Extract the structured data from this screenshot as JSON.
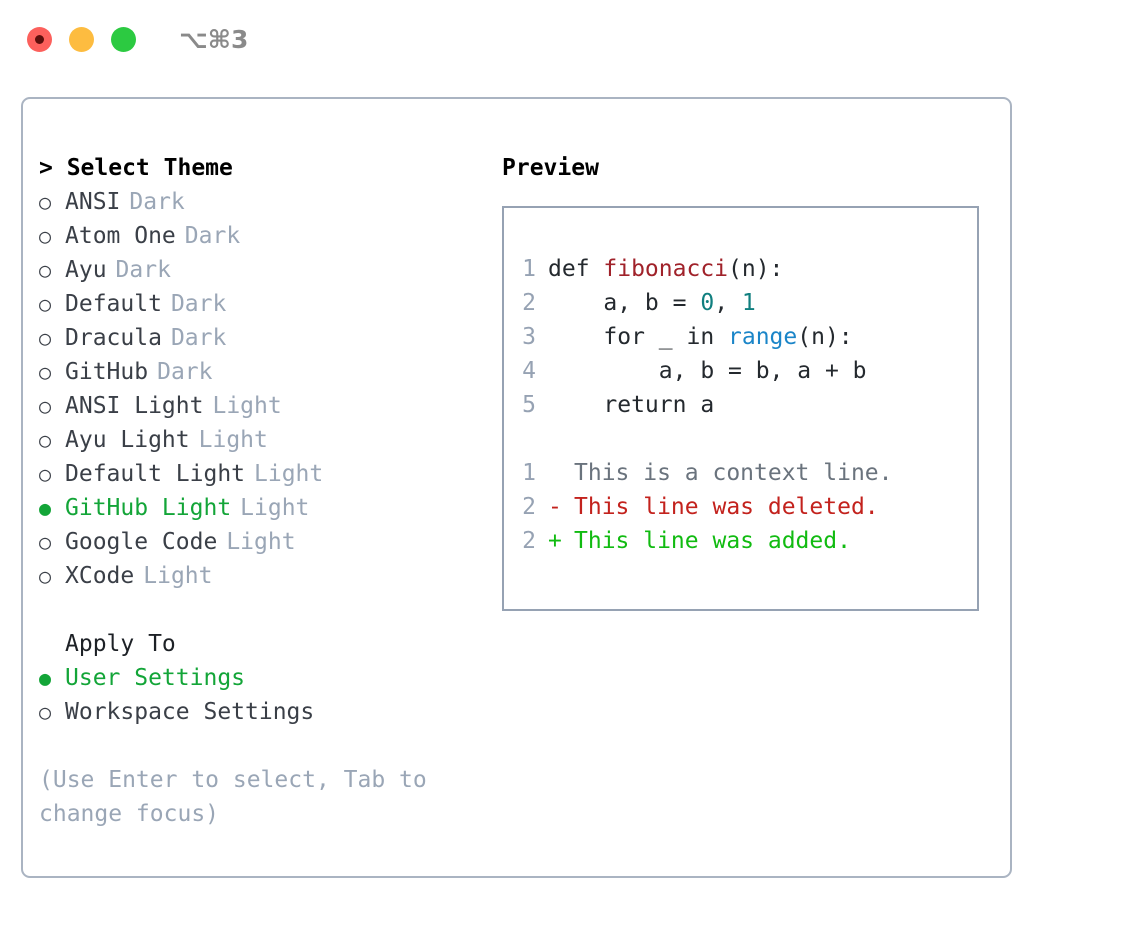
{
  "titlebar": {
    "shortcut": "⌥⌘3",
    "lights": [
      {
        "name": "close-button",
        "color": "#fc605c"
      },
      {
        "name": "minimize-button",
        "color": "#fdbc40"
      },
      {
        "name": "maximize-button",
        "color": "#2cca41"
      }
    ]
  },
  "theme_picker": {
    "header": "> Select Theme",
    "items": [
      {
        "label": "ANSI",
        "tag": "Dark",
        "selected": false,
        "bullet": "○"
      },
      {
        "label": "Atom One",
        "tag": "Dark",
        "selected": false,
        "bullet": "○"
      },
      {
        "label": "Ayu",
        "tag": "Dark",
        "selected": false,
        "bullet": "○"
      },
      {
        "label": "Default",
        "tag": "Dark",
        "selected": false,
        "bullet": "○"
      },
      {
        "label": "Dracula",
        "tag": "Dark",
        "selected": false,
        "bullet": "○"
      },
      {
        "label": "GitHub",
        "tag": "Dark",
        "selected": false,
        "bullet": "○"
      },
      {
        "label": "ANSI Light",
        "tag": "Light",
        "selected": false,
        "bullet": "○"
      },
      {
        "label": "Ayu Light",
        "tag": "Light",
        "selected": false,
        "bullet": "○"
      },
      {
        "label": "Default Light",
        "tag": "Light",
        "selected": false,
        "bullet": "○"
      },
      {
        "label": "GitHub Light",
        "tag": "Light",
        "selected": true,
        "bullet": "●"
      },
      {
        "label": "Google Code",
        "tag": "Light",
        "selected": false,
        "bullet": "○"
      },
      {
        "label": "XCode",
        "tag": "Light",
        "selected": false,
        "bullet": "○"
      }
    ]
  },
  "apply_to": {
    "header": "Apply To",
    "items": [
      {
        "label": "User Settings",
        "selected": true,
        "bullet": "●"
      },
      {
        "label": "Workspace Settings",
        "selected": false,
        "bullet": "○"
      }
    ]
  },
  "hint": "(Use Enter to select, Tab to change focus)",
  "preview": {
    "title": "Preview",
    "code": [
      {
        "num": "1",
        "parts": [
          {
            "text": "def ",
            "type": "plain"
          },
          {
            "text": "fibonacci",
            "type": "func"
          },
          {
            "text": "(n):",
            "type": "plain"
          }
        ]
      },
      {
        "num": "2",
        "parts": [
          {
            "text": "    a, b = ",
            "type": "plain"
          },
          {
            "text": "0",
            "type": "num"
          },
          {
            "text": ", ",
            "type": "plain"
          },
          {
            "text": "1",
            "type": "num"
          }
        ]
      },
      {
        "num": "3",
        "parts": [
          {
            "text": "    for _ in ",
            "type": "plain"
          },
          {
            "text": "range",
            "type": "call"
          },
          {
            "text": "(n):",
            "type": "plain"
          }
        ]
      },
      {
        "num": "4",
        "parts": [
          {
            "text": "        a, b = b, a + b",
            "type": "plain"
          }
        ]
      },
      {
        "num": "5",
        "parts": [
          {
            "text": "    return a",
            "type": "plain"
          }
        ]
      }
    ],
    "diff": [
      {
        "num": "1",
        "mark": " ",
        "text": "This is a context line.",
        "kind": "context"
      },
      {
        "num": "2",
        "mark": "-",
        "text": "This line was deleted.",
        "kind": "deleted"
      },
      {
        "num": "2",
        "mark": "+",
        "text": "This line was added.",
        "kind": "added"
      }
    ]
  },
  "colors": {
    "accent_green": "#13a538",
    "muted": "#9aa6b6",
    "border": "#aab4c2",
    "diff_add": "#11bb11",
    "diff_del": "#c3221d",
    "syntax_func": "#a0222a",
    "syntax_num": "#107f7f",
    "syntax_call": "#1a85c8"
  }
}
